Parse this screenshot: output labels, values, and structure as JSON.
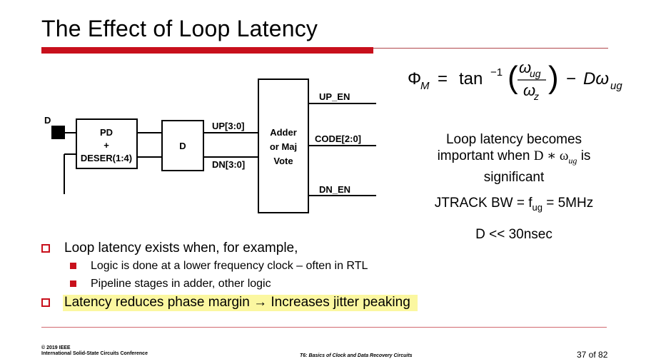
{
  "slide": {
    "title": "The Effect of Loop Latency",
    "accent_color": "#c8101c"
  },
  "diagram": {
    "input_label": "D",
    "pd_block": {
      "line1": "PD",
      "line2": "+",
      "line3": "DESER(1:4)"
    },
    "delay_block": "D",
    "up_bus": "UP[3:0]",
    "dn_bus": "DN[3:0]",
    "vote_block": {
      "line1": "Adder",
      "line2": "or Maj",
      "line3": "Vote"
    },
    "out_up_en": "UP_EN",
    "out_code": "CODE[2:0]",
    "out_dn_en": "DN_EN"
  },
  "formula": {
    "lhs": "Φ",
    "lhs_sub": "M",
    "eq": "=",
    "func": "tan",
    "func_sup": "−1",
    "num": "ω",
    "num_sub": "ug",
    "den": "ω",
    "den_sub": "z",
    "minus": "−",
    "term": "Dω",
    "term_sub": "ug"
  },
  "notes": {
    "latency_line1": "Loop latency becomes",
    "latency_line2_pre": "important when ",
    "latency_line2_expr": "D ∗ ω",
    "latency_line2_sub": "ug",
    "latency_line2_post": " is",
    "latency_line3": "significant",
    "jtrack_pre": "JTRACK BW = f",
    "jtrack_sub": "ug",
    "jtrack_post": " = 5MHz",
    "constraint": "D << 30nsec"
  },
  "bullets": {
    "b1": "Loop latency exists when, for example,",
    "b1a": "Logic is done at a lower frequency clock – often in RTL",
    "b1b": "Pipeline stages in adder, other logic",
    "b2": "Latency reduces phase margin → Increases jitter peaking"
  },
  "footer": {
    "copyright": "© 2019 IEEE",
    "conference": "International Solid-State Circuits Conference",
    "tutorial": "T6: Basics of Clock and Data Recovery Circuits",
    "page": "37 of 82"
  }
}
